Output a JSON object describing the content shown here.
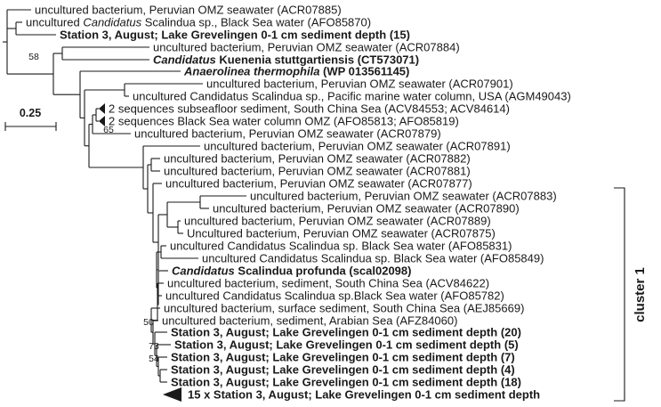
{
  "leaves": [
    {
      "id": "L1",
      "parts": [
        {
          "t": "uncultured bacterium, Peruvian OMZ seawater (ACR07885)"
        }
      ]
    },
    {
      "id": "L2",
      "parts": [
        {
          "t": "uncultured "
        },
        {
          "t": "Candidatus",
          "i": true
        },
        {
          "t": " Scalindua sp., Black Sea water (AFO85870)"
        }
      ]
    },
    {
      "id": "L3",
      "bold": true,
      "parts": [
        {
          "t": "Station 3, August; Lake Grevelingen 0-1 cm sediment depth (15)"
        }
      ]
    },
    {
      "id": "L4",
      "parts": [
        {
          "t": "uncultured bacterium, Peruvian OMZ seawater (ACR07884)"
        }
      ]
    },
    {
      "id": "L5",
      "bold": true,
      "parts": [
        {
          "t": "Candidatus",
          "i": true
        },
        {
          "t": " Kuenenia stuttgartiensis (CT573071)"
        }
      ]
    },
    {
      "id": "L6",
      "bold": true,
      "parts": [
        {
          "t": "Anaerolinea thermophila",
          "i": true
        },
        {
          "t": " (WP 013561145)"
        }
      ]
    },
    {
      "id": "L7",
      "parts": [
        {
          "t": "uncultured bacterium, Peruvian OMZ seawater (ACR07901)"
        }
      ]
    },
    {
      "id": "L8",
      "parts": [
        {
          "t": "uncultured Candidatus Scalindua sp., Pacific marine water column, USA (AGM49043)"
        }
      ]
    },
    {
      "id": "L9",
      "triangle": true,
      "parts": [
        {
          "t": "2 sequences subseafloor sediment, South China Sea (ACV84553; ACV84614)"
        }
      ]
    },
    {
      "id": "L10",
      "triangle": true,
      "parts": [
        {
          "t": "2 sequences Black Sea water column OMZ (AFO85813; AFO85819)"
        }
      ]
    },
    {
      "id": "L11",
      "parts": [
        {
          "t": "uncultured bacterium, Peruvian OMZ seawater (ACR07879)"
        }
      ]
    },
    {
      "id": "L12",
      "parts": [
        {
          "t": "uncultured bacterium, Peruvian OMZ seawater (ACR07891)"
        }
      ]
    },
    {
      "id": "L13",
      "parts": [
        {
          "t": "uncultured bacterium, Peruvian OMZ seawater (ACR07882)"
        }
      ]
    },
    {
      "id": "L14",
      "parts": [
        {
          "t": "uncultured bacterium, Peruvian OMZ seawater (ACR07881)"
        }
      ]
    },
    {
      "id": "L15",
      "parts": [
        {
          "t": "uncultured bacterium, Peruvian OMZ seawater (ACR07877)"
        }
      ]
    },
    {
      "id": "L16",
      "parts": [
        {
          "t": "uncultured bacterium, Peruvian OMZ seawater (ACR07883)"
        }
      ]
    },
    {
      "id": "L17",
      "parts": [
        {
          "t": "uncultured bacterium, Peruvian OMZ seawater (ACR07890)"
        }
      ]
    },
    {
      "id": "L18",
      "parts": [
        {
          "t": "uncultured bacterium, Peruvian OMZ seawater (ACR07889)"
        }
      ]
    },
    {
      "id": "L19",
      "parts": [
        {
          "t": "Uncultured bacterium, Peruvian OMZ seawater (ACR07875)"
        }
      ]
    },
    {
      "id": "L20",
      "parts": [
        {
          "t": "uncultured Candidatus Scalindua sp. Black Sea water (AFO85831)"
        }
      ]
    },
    {
      "id": "L21",
      "parts": [
        {
          "t": "uncultured Candidatus Scalindua sp. Black Sea water (AFO85849)"
        }
      ]
    },
    {
      "id": "L22",
      "bold": true,
      "parts": [
        {
          "t": "Candidatus",
          "i": true
        },
        {
          "t": " Scalindua profunda (scal02098)"
        }
      ]
    },
    {
      "id": "L23",
      "parts": [
        {
          "t": "uncultured bacterium, sediment, South China Sea (ACV84622)"
        }
      ]
    },
    {
      "id": "L24",
      "parts": [
        {
          "t": "uncultured Candidatus Scalindua sp.Black Sea water (AFO85782)"
        }
      ]
    },
    {
      "id": "L25",
      "parts": [
        {
          "t": "uncultured bacterium, surface sediment, South China Sea (AEJ85669)"
        }
      ]
    },
    {
      "id": "L26",
      "parts": [
        {
          "t": "uncultured bacterium, sediment, Arabian Sea (AFZ84060)"
        }
      ]
    },
    {
      "id": "L27",
      "bold": true,
      "parts": [
        {
          "t": "Station 3, August; Lake Grevelingen 0-1 cm sediment depth (20)"
        }
      ]
    },
    {
      "id": "L28",
      "bold": true,
      "parts": [
        {
          "t": "Station 3, August; Lake Grevelingen 0-1 cm sediment depth (5)"
        }
      ]
    },
    {
      "id": "L29",
      "bold": true,
      "parts": [
        {
          "t": "Station 3, August; Lake Grevelingen 0-1 cm sediment depth (7)"
        }
      ]
    },
    {
      "id": "L30",
      "bold": true,
      "parts": [
        {
          "t": "Station 3, August; Lake Grevelingen 0-1 cm sediment depth (4)"
        }
      ]
    },
    {
      "id": "L31",
      "bold": true,
      "parts": [
        {
          "t": "Station 3, August; Lake Grevelingen 0-1 cm sediment depth (18)"
        }
      ]
    },
    {
      "id": "L32",
      "bold": true,
      "triangle": true,
      "parts": [
        {
          "t": "15 x Station 3, August; Lake Grevelingen 0-1 cm sediment depth"
        }
      ]
    }
  ],
  "bootstrap": [
    {
      "id": "b58",
      "text": "58"
    },
    {
      "id": "b65",
      "text": "65"
    },
    {
      "id": "b50",
      "text": "50"
    },
    {
      "id": "b73",
      "text": "73"
    },
    {
      "id": "b54",
      "text": "54"
    }
  ],
  "scale": {
    "label": "0.25"
  },
  "cluster": {
    "label": "cluster 1"
  }
}
